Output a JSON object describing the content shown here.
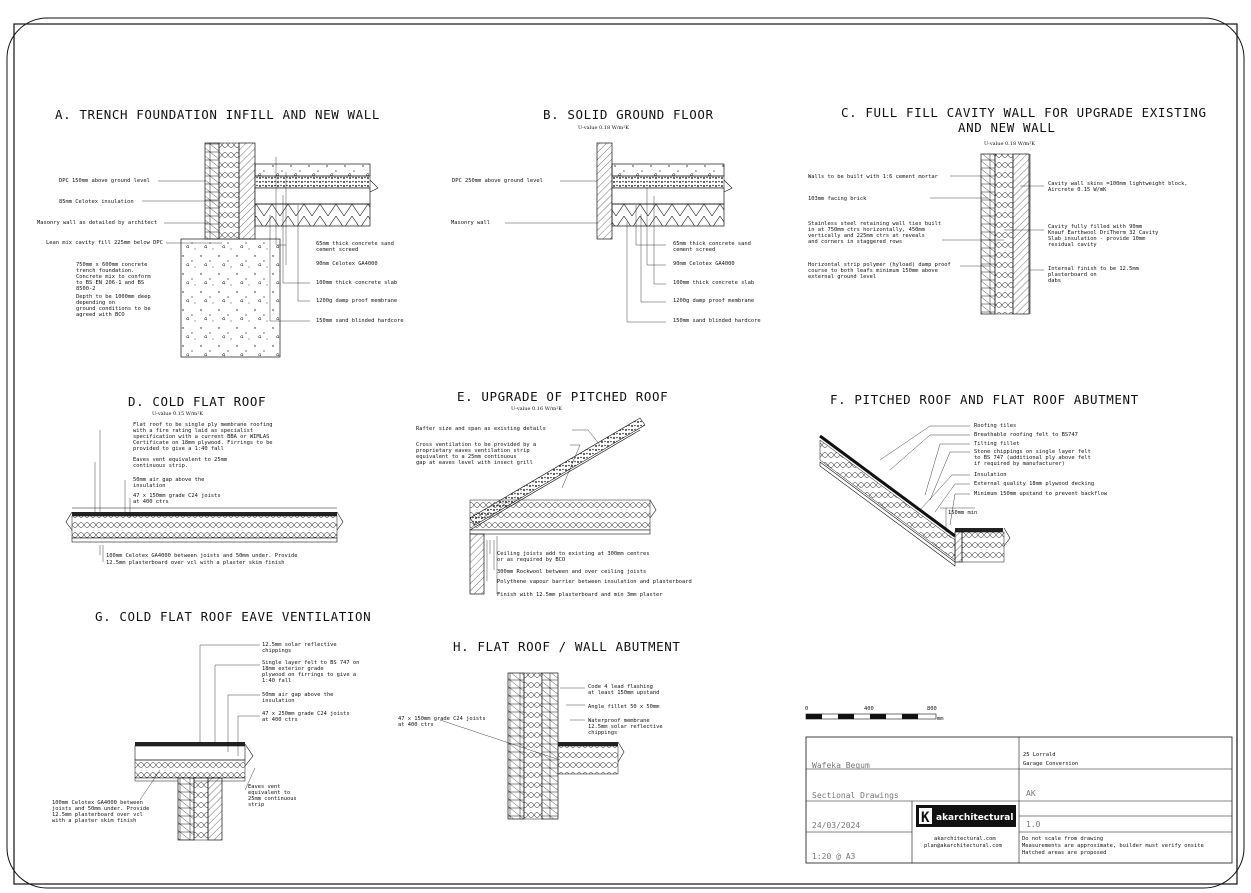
{
  "details": {
    "a": {
      "title": "A. TRENCH FOUNDATION INFILL AND NEW WALL",
      "notes": [
        "DPC 150mm above ground level",
        "85mm Celotex insulation",
        "Masonry wall as detailed by architect",
        "Lean mix cavity fill 225mm below DPC",
        "750mm x 600mm concrete\ntrench foundation.\nConcrete mix to conform\nto BS EN 206-1 and BS\n8500-2",
        "Depth to be 1000mm deep\ndepending on\nground conditions to be\nagreed with BCO",
        "65mm thick concrete sand\ncement screed",
        "90mm Celotex GA4000",
        "100mm thick concrete slab",
        "1200g damp proof membrane",
        "150mm sand blinded hardcore"
      ]
    },
    "b": {
      "title": "B. SOLID GROUND FLOOR",
      "uvalue": "U-value 0.18 W/m²K",
      "notes": [
        "DPC 250mm above ground level",
        "Masonry wall",
        "65mm thick concrete sand\ncement screed",
        "90mm Celotex GA4000",
        "100mm thick concrete slab",
        "1200g damp proof membrane",
        "150mm sand blinded hardcore"
      ]
    },
    "c": {
      "title_line1": "C. FULL FILL CAVITY WALL FOR UPGRADE EXISTING",
      "title_line2": "AND NEW WALL",
      "uvalue": "U-value 0.18 W/m²K",
      "notes_left": [
        "Walls to be built with 1:6 cement mortar",
        "103mm facing brick",
        "Stainless steel retaining wall ties built\nin at 750mm ctrs horizontally, 450mm\nvertically and 225mm ctrs at reveals\nand corners in staggered rows",
        "Horizontal strip polymer (hyload) damp proof\ncourse to both leafs minimum 150mm above\nexternal ground level"
      ],
      "notes_right": [
        "Cavity wall skins =100mm lightweight block,\nAircrete 0.15 W/mK",
        "Cavity fully filled with 90mm\nKnauf Earthwool DriTherm 32 Cavity\nSlab insulation - provide 10mm\nresidual cavity",
        "Internal finish to be 12.5mm\nplasterboard on\ndabs"
      ]
    },
    "d": {
      "title": "D. COLD FLAT ROOF",
      "uvalue": "U-value 0.15 W/m²K",
      "notes": [
        "Flat roof to be single ply membrane roofing\nwith a fire rating laid as specialist\nspecification with a current BBA or WIMLAS\nCertificate on 18mm plywood. Firrings to be\nprovided to give a 1:40 fall",
        "Eaves vent equivalent to 25mm\ncontinuous strip.",
        "50mm air gap above the\ninsulation",
        "47 x 150mm grade C24 joists\nat 400 ctrs",
        "100mm Celotex GA4000 between joists and 50mm under. Provide",
        "12.5mm plasterboard over vcl with a plaster skim finish"
      ]
    },
    "e": {
      "title": "E. UPGRADE OF PITCHED ROOF",
      "uvalue": "U-value 0.16 W/m²K",
      "notes": [
        "Rafter size and span as existing details",
        "Cross ventilation to be provided by a\nproprietary eaves ventilation strip\nequivalent to a 25mm continuous\ngap at eaves level with insect grill",
        "Ceiling joists add to existing at 300mm centres\nor as required by BCO",
        "300mm Rockwool between and over ceiling joists",
        "Polythene vapour barrier between insulation and plasterboard",
        "Finish with 12.5mm plasterboard and min 3mm plaster"
      ]
    },
    "f": {
      "title": "F. PITCHED ROOF AND FLAT ROOF ABUTMENT",
      "notes": [
        "Roofing tiles",
        "Breathable roofing felt to BS747",
        "Tilting fillet",
        "Stone chippings on single layer felt\nto BS 747 (additional ply above felt\nif required by manufacturer)",
        "Insulation",
        "External quality 18mm plywood decking",
        "Minimum 150mm upstand to prevent backflow"
      ],
      "dim": "150mm min"
    },
    "g": {
      "title": "G. COLD FLAT ROOF EAVE VENTILATION",
      "notes": [
        "12.5mm solar reflective\nchippings",
        "Single layer felt to BS 747 on\n18mm exterior grade\nplywood on firrings to give a\n1:40 fall",
        "50mm air gap above the\ninsulation",
        "47 x 250mm grade C24 joists\nat 400 ctrs",
        "Eaves vent\nequivalent to\n25mm continuous\nstrip",
        "100mm Celotex GA4000 between\njoists and 50mm under. Provide\n12.5mm plasterboard over vcl\nwith a plaster skim finish"
      ]
    },
    "h": {
      "title": "H. FLAT ROOF / WALL  ABUTMENT",
      "notes": [
        "Code 4 lead flashing\nat least 150mm upstand",
        "Angle fillet 50 x 50mm",
        "Waterproof membrane\n12.5mm solar reflective\nchippings",
        "47 x 150mm grade C24 joists\nat 400 ctrs"
      ]
    }
  },
  "scale_bar": {
    "labels": [
      "0",
      "400",
      "800"
    ],
    "unit": "mm"
  },
  "title_block": {
    "client": "Wafeka Begum",
    "drawing_title": "Sectional Drawings",
    "date": "24/03/2024",
    "scale": "1:20 @ A3",
    "address_line1": "25 Lorrald",
    "address_line2": "Garage Conversion",
    "drawn_by": "AK",
    "revision": "1.0",
    "company": "akarchitectural",
    "logo_letter": "K",
    "website": "akarchitectural.com",
    "email": "plan@akarchitectural.com",
    "disclaimer": [
      "Do not scale from drawing",
      "Measurements are approximate, builder must verify onsite",
      "Hatched areas are proposed"
    ]
  }
}
